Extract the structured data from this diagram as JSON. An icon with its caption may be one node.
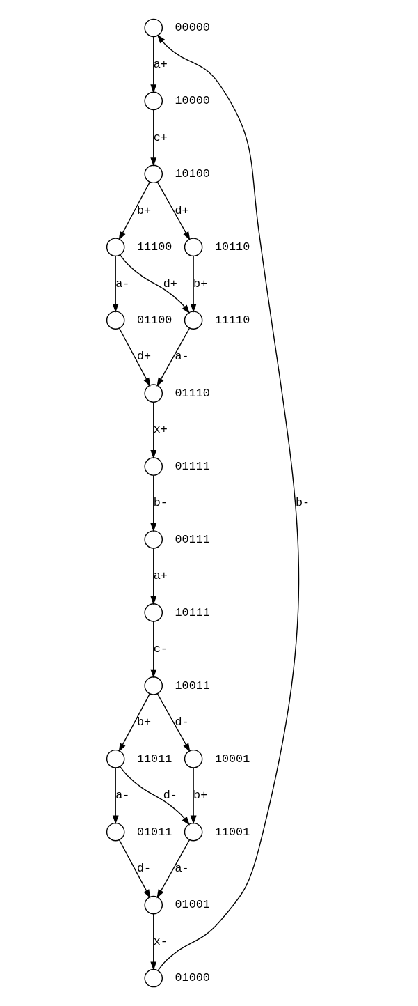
{
  "diagram": {
    "nodes": [
      {
        "text": [],
        "shape": "circle",
        "beside": [
          "00000"
        ]
      },
      {
        "text": [],
        "shape": "circle",
        "beside": [
          "10000"
        ]
      },
      {
        "text": [],
        "shape": "circle",
        "beside": [
          "10100"
        ]
      },
      {
        "text": [],
        "shape": "circle",
        "beside": [
          "11100"
        ]
      },
      {
        "text": [],
        "shape": "circle",
        "beside": [
          "10110"
        ]
      },
      {
        "text": [],
        "shape": "circle",
        "beside": [
          "01100"
        ]
      },
      {
        "text": [],
        "shape": "circle",
        "beside": [
          "11110"
        ]
      },
      {
        "text": [],
        "shape": "circle",
        "beside": [
          "01110"
        ]
      },
      {
        "text": [],
        "shape": "circle",
        "beside": [
          "01111"
        ]
      },
      {
        "text": [],
        "shape": "circle",
        "beside": [
          "00111"
        ]
      },
      {
        "text": [],
        "shape": "circle",
        "beside": [
          "10111"
        ]
      },
      {
        "text": [],
        "shape": "circle",
        "beside": [
          "10011"
        ]
      },
      {
        "text": [],
        "shape": "circle",
        "beside": [
          "11011"
        ]
      },
      {
        "text": [],
        "shape": "circle",
        "beside": [
          "10001"
        ]
      },
      {
        "text": [],
        "shape": "circle",
        "beside": [
          "01011"
        ]
      },
      {
        "text": [],
        "shape": "circle",
        "beside": [
          "11001"
        ]
      },
      {
        "text": [],
        "shape": "circle",
        "beside": [
          "01001"
        ]
      },
      {
        "text": [],
        "shape": "circle",
        "beside": [
          "01000"
        ]
      }
    ],
    "edges": [
      {
        "from": 0,
        "to": 1,
        "arrow": "to",
        "label": "a+"
      },
      {
        "from": 1,
        "to": 2,
        "arrow": "to",
        "label": "c+"
      },
      {
        "from": 2,
        "to": 3,
        "arrow": "to",
        "label": "b+"
      },
      {
        "from": 2,
        "to": 4,
        "arrow": "to",
        "label": "d+"
      },
      {
        "from": 3,
        "to": 5,
        "arrow": "to",
        "label": "a-"
      },
      {
        "from": 3,
        "to": 6,
        "arrow": "to",
        "label": "d+"
      },
      {
        "from": 4,
        "to": 6,
        "arrow": "to",
        "label": "b+"
      },
      {
        "from": 5,
        "to": 7,
        "arrow": "to",
        "label": "d+"
      },
      {
        "from": 6,
        "to": 7,
        "arrow": "to",
        "label": "a-"
      },
      {
        "from": 7,
        "to": 8,
        "arrow": "to",
        "label": "x+"
      },
      {
        "from": 8,
        "to": 9,
        "arrow": "to",
        "label": "b-"
      },
      {
        "from": 9,
        "to": 10,
        "arrow": "to",
        "label": "a+"
      },
      {
        "from": 10,
        "to": 11,
        "arrow": "to",
        "label": "c-"
      },
      {
        "from": 11,
        "to": 12,
        "arrow": "to",
        "label": "b+"
      },
      {
        "from": 11,
        "to": 13,
        "arrow": "to",
        "label": "d-"
      },
      {
        "from": 12,
        "to": 14,
        "arrow": "to",
        "label": "a-"
      },
      {
        "from": 12,
        "to": 15,
        "arrow": "to",
        "label": "d-"
      },
      {
        "from": 13,
        "to": 15,
        "arrow": "to",
        "label": "b+"
      },
      {
        "from": 14,
        "to": 16,
        "arrow": "to",
        "label": "d-"
      },
      {
        "from": 15,
        "to": 16,
        "arrow": "to",
        "label": "a-"
      },
      {
        "from": 16,
        "to": 17,
        "arrow": "to",
        "label": "x-"
      },
      {
        "from": 17,
        "to": 0,
        "arrow": "to",
        "label": "b-"
      }
    ]
  }
}
